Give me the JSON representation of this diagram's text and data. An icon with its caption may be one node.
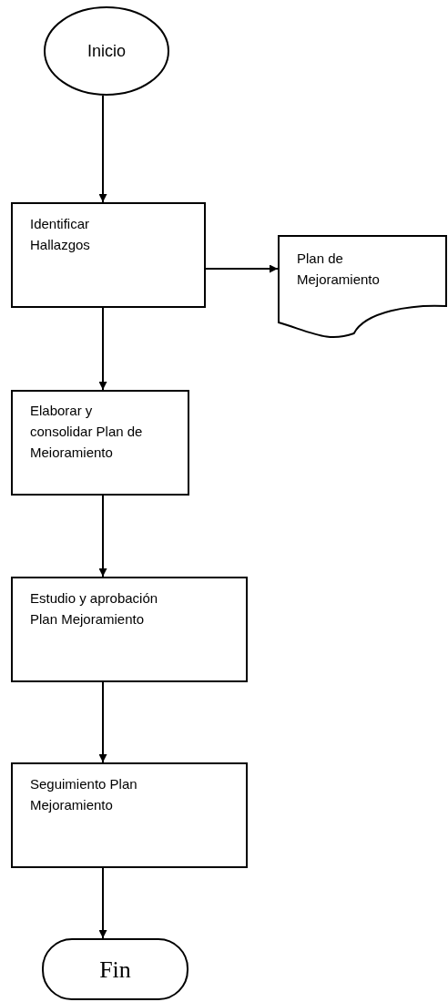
{
  "diagram": {
    "nodes": [
      {
        "text": [
          "Inicio"
        ]
      },
      {
        "text": [
          "Identificar Hallazgos"
        ]
      },
      {
        "text": [
          "Plan de Mejoramiento"
        ]
      },
      {
        "text": [
          "Elaborar y consolidar Plan de Meioramiento"
        ]
      },
      {
        "text": [
          "Estudio y aprobación Plan Mejoramiento"
        ]
      },
      {
        "text": [
          "Seguimiento Plan Mejoramiento"
        ]
      },
      {
        "text": [
          "Fin"
        ]
      }
    ],
    "edges": [
      {
        "from": 0,
        "to": 1,
        "arrow": "to"
      },
      {
        "from": 1,
        "to": 2,
        "arrow": "to"
      },
      {
        "from": 1,
        "to": 3,
        "arrow": "to"
      },
      {
        "from": 3,
        "to": 4,
        "arrow": "to"
      },
      {
        "from": 4,
        "to": 5,
        "arrow": "to"
      },
      {
        "from": 5,
        "to": 6,
        "arrow": "to"
      }
    ]
  }
}
